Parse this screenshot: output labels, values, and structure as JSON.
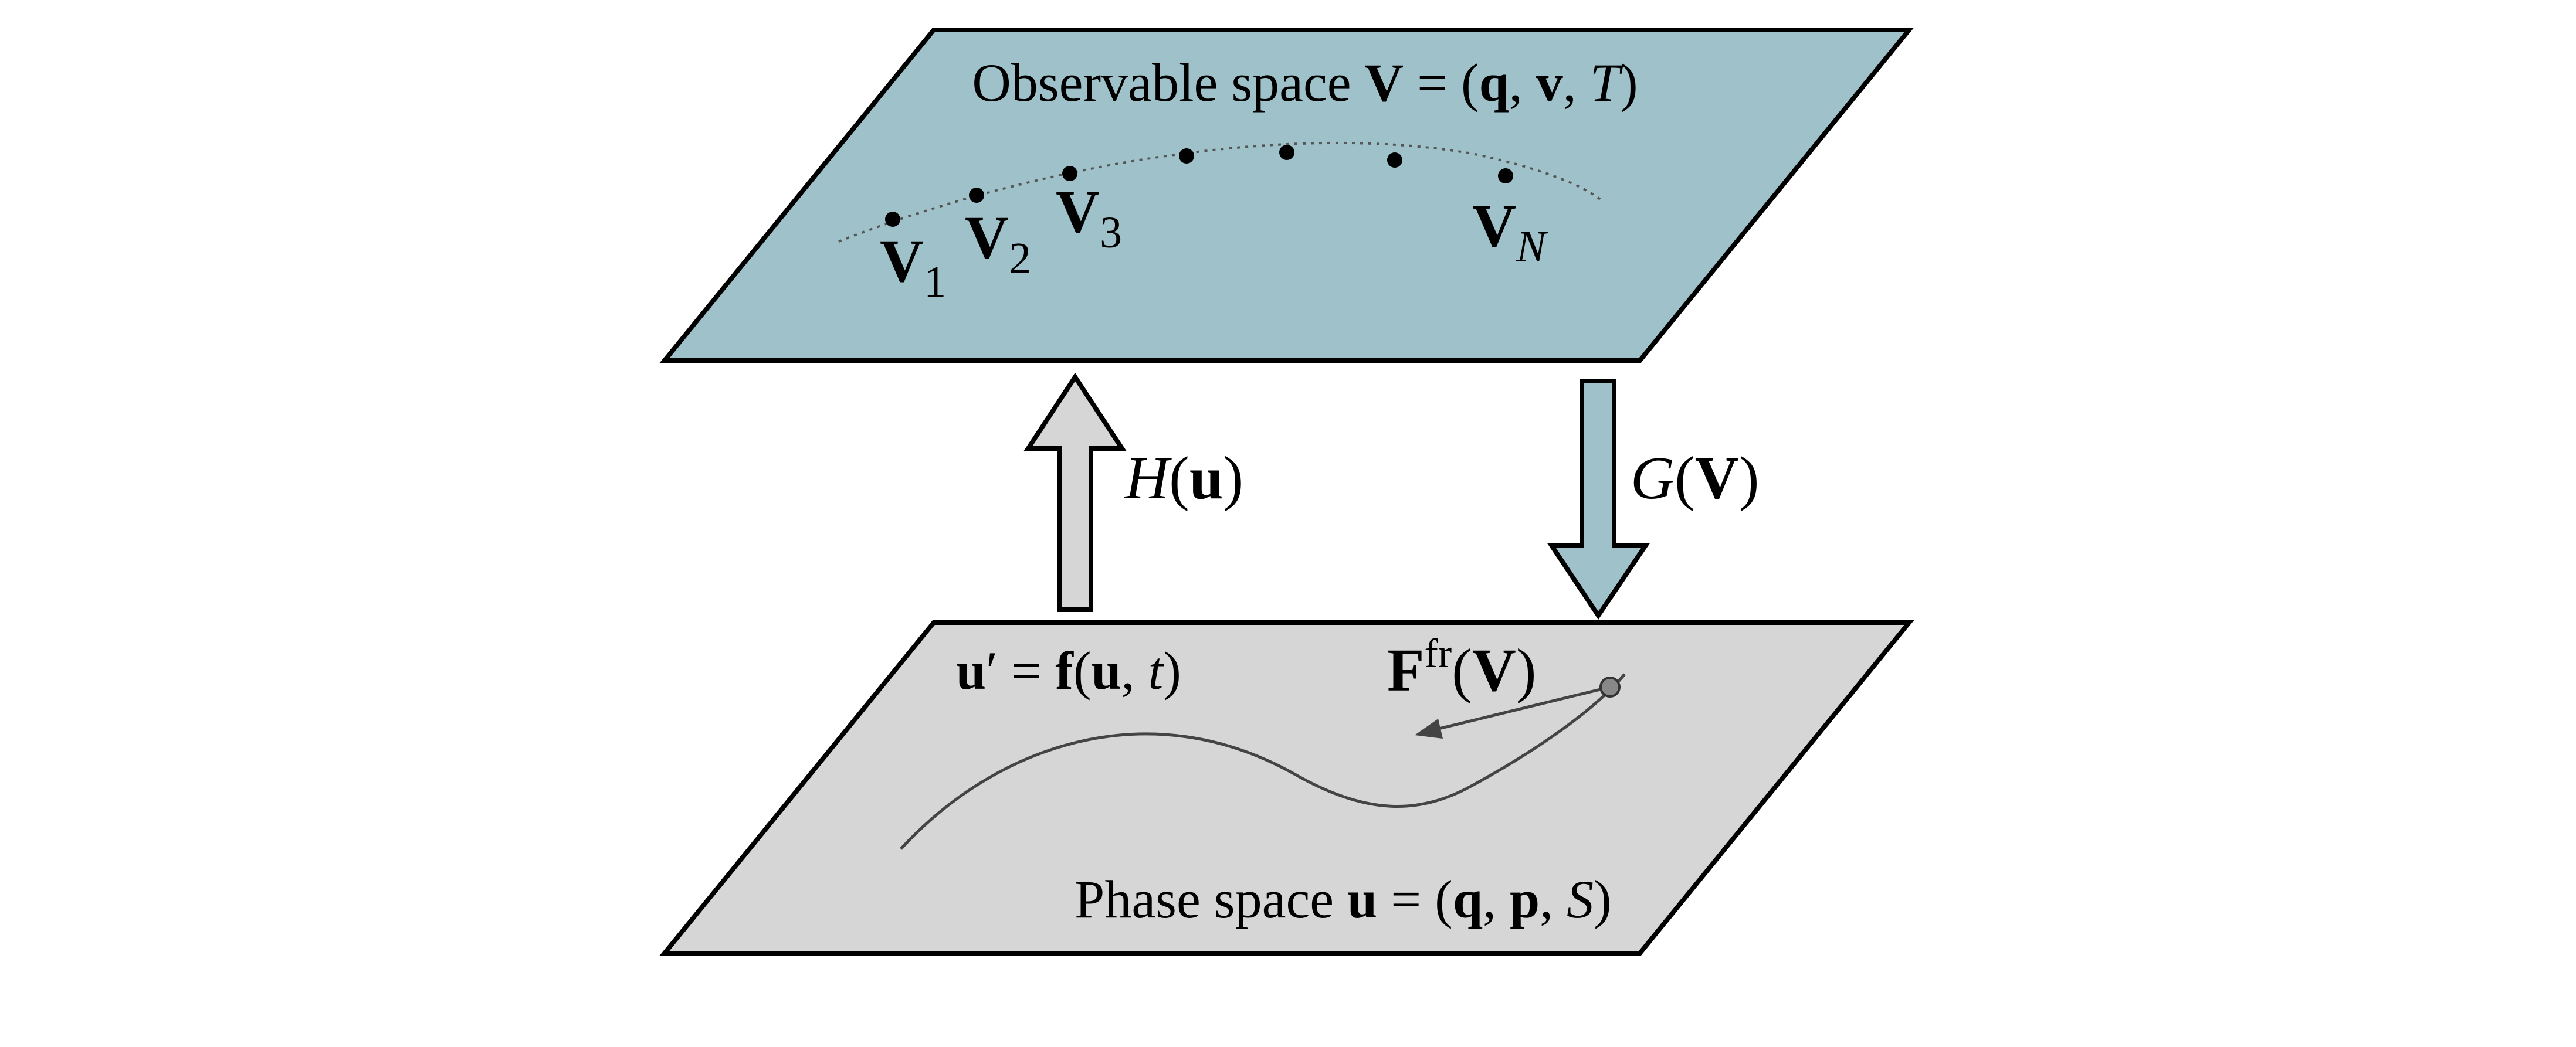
{
  "top_plane": {
    "caption_prefix": "Observable space ",
    "caption_V": "V",
    "caption_eq": " = (",
    "caption_q": "q",
    "caption_c1": ", ",
    "caption_v": "v",
    "caption_c2": ", ",
    "caption_T": "T",
    "caption_close": ")",
    "fill_color": "#9fc2ca",
    "points": [
      {
        "base": "V",
        "sub": "1"
      },
      {
        "base": "V",
        "sub": "2"
      },
      {
        "base": "V",
        "sub": "3"
      },
      {
        "base": "V",
        "sub": "N"
      }
    ]
  },
  "bottom_plane": {
    "caption_prefix": "Phase space ",
    "caption_u": "u",
    "caption_eq": " = (",
    "caption_q": "q",
    "caption_c1": ", ",
    "caption_p": "p",
    "caption_c2": ", ",
    "caption_S": "S",
    "caption_close": ")",
    "fill_color": "#d6d6d6",
    "ode_u": "u",
    "ode_prime": "′",
    "ode_eq": " = ",
    "ode_f": "f",
    "ode_open": "(",
    "ode_u2": "u",
    "ode_comma": ", ",
    "ode_t": "t",
    "ode_close": ")",
    "force_F": "F",
    "force_sup": "fr",
    "force_open": "(",
    "force_V": "V",
    "force_close": ")"
  },
  "up_arrow": {
    "label_H": "H",
    "label_open": "(",
    "label_u": "u",
    "label_close": ")",
    "fill_color": "#d6d6d6"
  },
  "down_arrow": {
    "label_G": "G",
    "label_open": "(",
    "label_V": "V",
    "label_close": ")",
    "fill_color": "#9fc2ca"
  }
}
